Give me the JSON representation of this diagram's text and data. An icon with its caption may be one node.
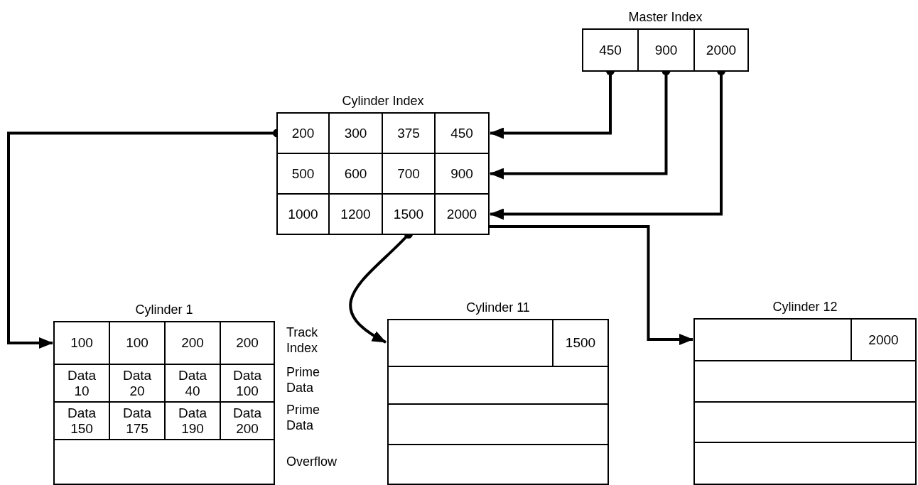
{
  "diagram": {
    "nodes": [
      {
        "text": [
          "Master Index"
        ]
      },
      {
        "text": [
          "450"
        ],
        "in": 0
      },
      {
        "text": [
          "900"
        ],
        "in": 0
      },
      {
        "text": [
          "2000"
        ],
        "in": 0
      },
      {
        "text": [
          "Cylinder Index"
        ]
      },
      {
        "text": [
          "200"
        ],
        "in": 4
      },
      {
        "text": [
          "300"
        ],
        "in": 4
      },
      {
        "text": [
          "375"
        ],
        "in": 4
      },
      {
        "text": [
          "450"
        ],
        "in": 4
      },
      {
        "text": [
          "500"
        ],
        "in": 4
      },
      {
        "text": [
          "600"
        ],
        "in": 4
      },
      {
        "text": [
          "700"
        ],
        "in": 4
      },
      {
        "text": [
          "900"
        ],
        "in": 4
      },
      {
        "text": [
          "1000"
        ],
        "in": 4
      },
      {
        "text": [
          "1200"
        ],
        "in": 4
      },
      {
        "text": [
          "1500"
        ],
        "in": 4
      },
      {
        "text": [
          "2000"
        ],
        "in": 4
      },
      {
        "text": [
          "Cylinder 1"
        ]
      },
      {
        "text": [
          "100"
        ],
        "in": 17
      },
      {
        "text": [
          "100"
        ],
        "in": 17
      },
      {
        "text": [
          "200"
        ],
        "in": 17
      },
      {
        "text": [
          "200"
        ],
        "in": 17
      },
      {
        "text": [
          "Data 10"
        ],
        "in": 17
      },
      {
        "text": [
          "Data 20"
        ],
        "in": 17
      },
      {
        "text": [
          "Data 40"
        ],
        "in": 17
      },
      {
        "text": [
          "Data 100"
        ],
        "in": 17
      },
      {
        "text": [
          "Data 150"
        ],
        "in": 17
      },
      {
        "text": [
          "Data 175"
        ],
        "in": 17
      },
      {
        "text": [
          "Data 190"
        ],
        "in": 17
      },
      {
        "text": [
          "Data 200"
        ],
        "in": 17
      },
      {
        "text": [
          "Cylinder 11"
        ]
      },
      {
        "text": [
          "1500"
        ],
        "in": 30
      },
      {
        "text": [
          "Cylinder 12"
        ]
      },
      {
        "text": [
          "2000"
        ],
        "in": 32
      }
    ],
    "edges": [
      {
        "from": 1,
        "to": 8,
        "arrow": "to"
      },
      {
        "from": 2,
        "to": 12,
        "arrow": "to"
      },
      {
        "from": 3,
        "to": 16,
        "arrow": "to"
      },
      {
        "from": 5,
        "to": 18,
        "arrow": "to"
      },
      {
        "from": 15,
        "to": 30,
        "arrow": "to"
      },
      {
        "from": 16,
        "to": 32,
        "arrow": "to"
      }
    ],
    "labels": [
      "Track Index",
      "Prime Data",
      "Prime Data",
      "Overflow"
    ]
  }
}
